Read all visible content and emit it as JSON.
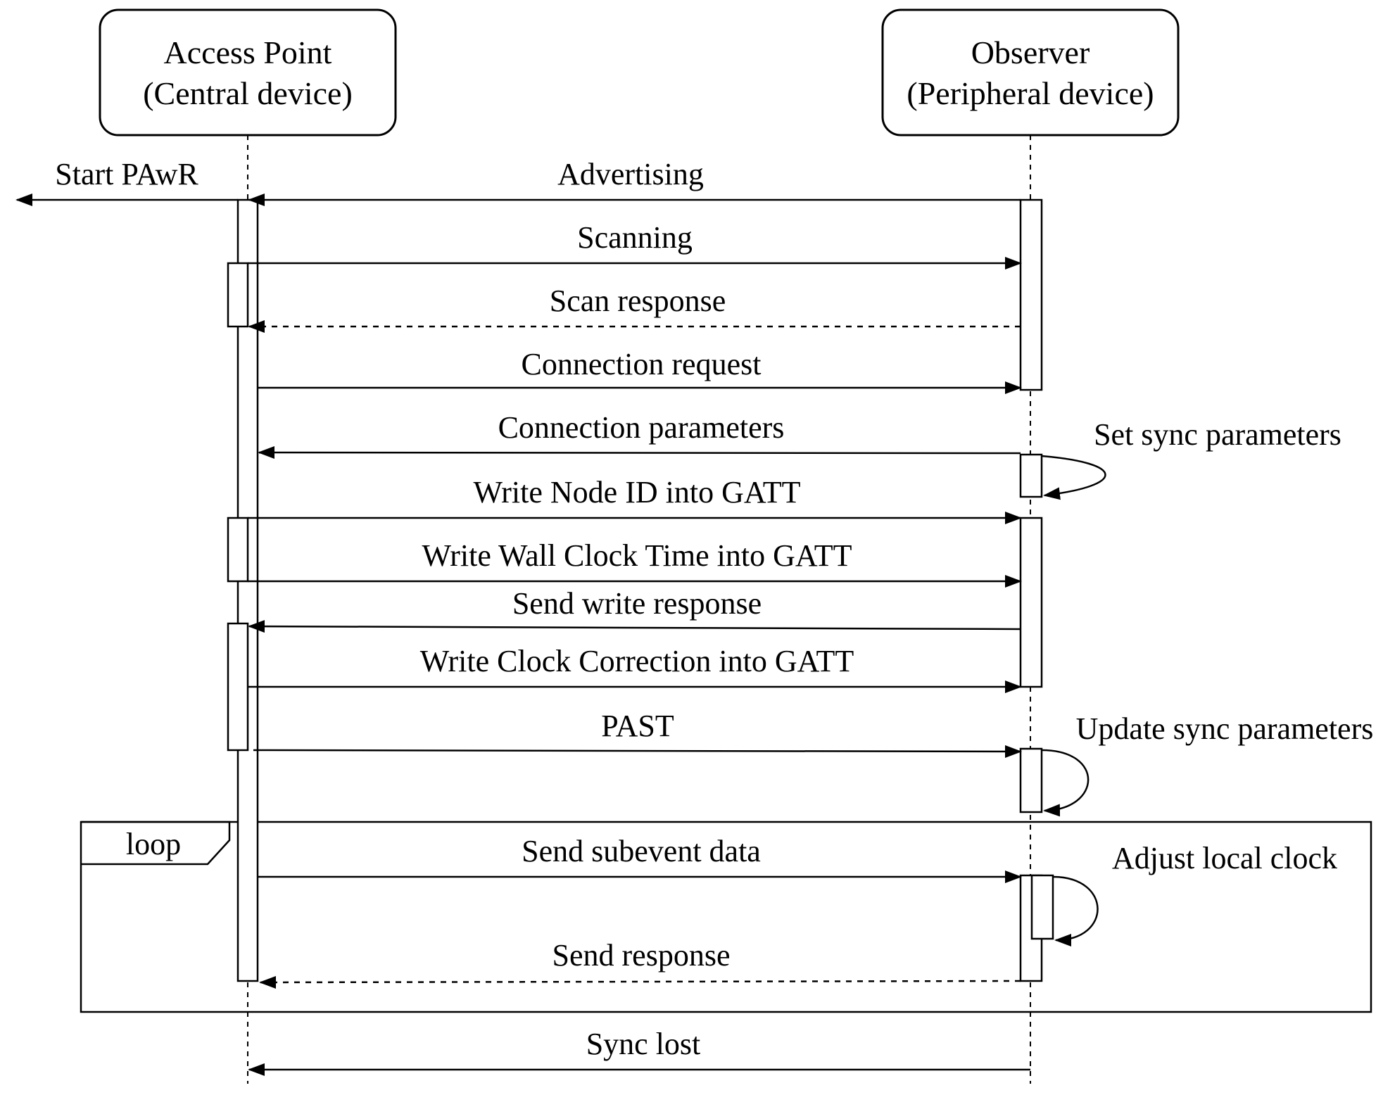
{
  "actors": {
    "left": {
      "line1": "Access Point",
      "line2": "(Central device)"
    },
    "right": {
      "line1": "Observer",
      "line2": "(Peripheral device)"
    }
  },
  "messages": {
    "start_pawr": "Start PAwR",
    "advertising": "Advertising",
    "scanning": "Scanning",
    "scan_response": "Scan response",
    "connection_request": "Connection request",
    "connection_parameters": "Connection parameters",
    "set_sync_parameters": "Set sync parameters",
    "write_node_id": "Write Node ID into GATT",
    "write_wall_clock": "Write Wall Clock Time into GATT",
    "send_write_response": "Send write response",
    "write_clock_correction": "Write Clock Correction into GATT",
    "past": "PAST",
    "update_sync_parameters": "Update sync parameters",
    "send_subevent_data": "Send subevent data",
    "adjust_local_clock": "Adjust local clock",
    "send_response": "Send response",
    "sync_lost": "Sync lost"
  },
  "fragment": {
    "label": "loop"
  }
}
